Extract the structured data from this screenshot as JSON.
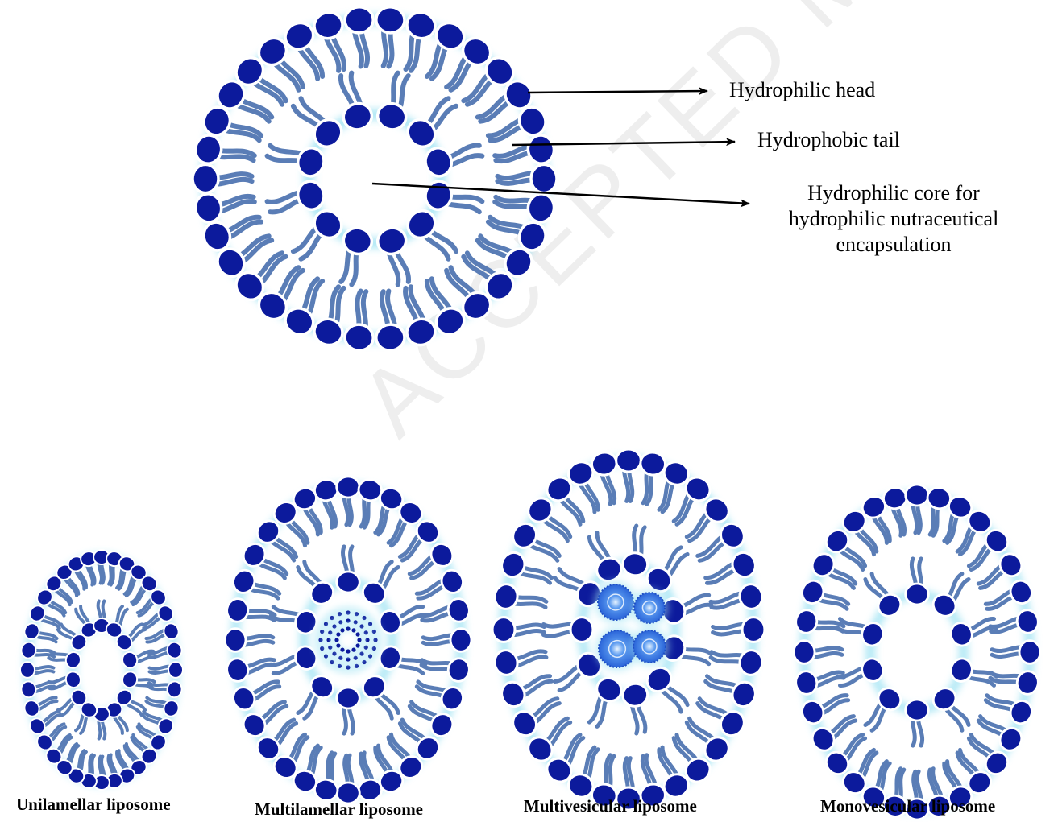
{
  "labels": {
    "head": "Hydrophilic head",
    "tail": "Hydrophobic tail",
    "core_lines": [
      "Hydrophilic core for",
      "hydrophilic nutraceutical",
      "encapsulation"
    ]
  },
  "types": [
    "Unilamellar liposome",
    "Multilamellar liposome",
    "Multivesicular liposome",
    "Monovesicular liposome"
  ],
  "watermark": "ACCEPTED MANUSCRIPT",
  "colors": {
    "head": "#0c1a9c",
    "tail": "#5a7db6",
    "glow": "#9fe3f3",
    "arrow": "#000000"
  }
}
